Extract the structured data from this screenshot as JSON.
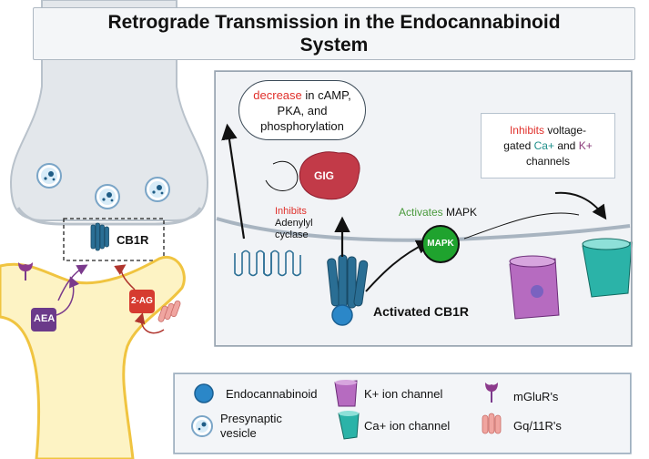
{
  "title": "Retrograde Transmission in the Endocannabinoid System",
  "left_panel": {
    "cb1r_label": "CB1R",
    "aea_label": "AEA",
    "two_ag_label": "2-AG"
  },
  "detail_panel": {
    "bubble": {
      "highlight": "decrease",
      "line1_rest": " in cAMP,",
      "line2": "PKA, and",
      "line3": "phosphorylation"
    },
    "gig_label": "GIG",
    "inhibits_word": "Inhibits",
    "adenylyl": "Adenylyl",
    "cyclase": "cyclase",
    "activates_word": "Activates",
    "mapk_text": " MAPK",
    "mapk_circle": "MAPK",
    "activated_cb1r": "Activated CB1R",
    "channel_box": {
      "inhibits": "Inhibits",
      "voltage": " voltage-",
      "gated": "gated ",
      "ca": "Ca+",
      "and": " and ",
      "k": "K+",
      "channels": "channels"
    }
  },
  "legend": {
    "endocannabinoid": "Endocannabinoid",
    "presynaptic": "Presynaptic",
    "vesicle": "vesicle",
    "k_channel": "K+ ion channel",
    "ca_channel": "Ca+ ion channel",
    "mglur": "mGluR's",
    "gq": "Gq/11R's"
  },
  "colors": {
    "red_text": "#e0302b",
    "green_text": "#4a9a3c",
    "teal_text": "#1f8f8a",
    "purple_text": "#8a3a7a",
    "receptor": "#2a6e94",
    "endocannabinoid": "#2b87c8",
    "gig": "#c23a48",
    "mapk": "#1fa32e",
    "k_channel": "#b66bc0",
    "ca_channel": "#2bb3a8",
    "neuron_fill": "#fdf3c4",
    "neuron_outline": "#f0c440"
  }
}
